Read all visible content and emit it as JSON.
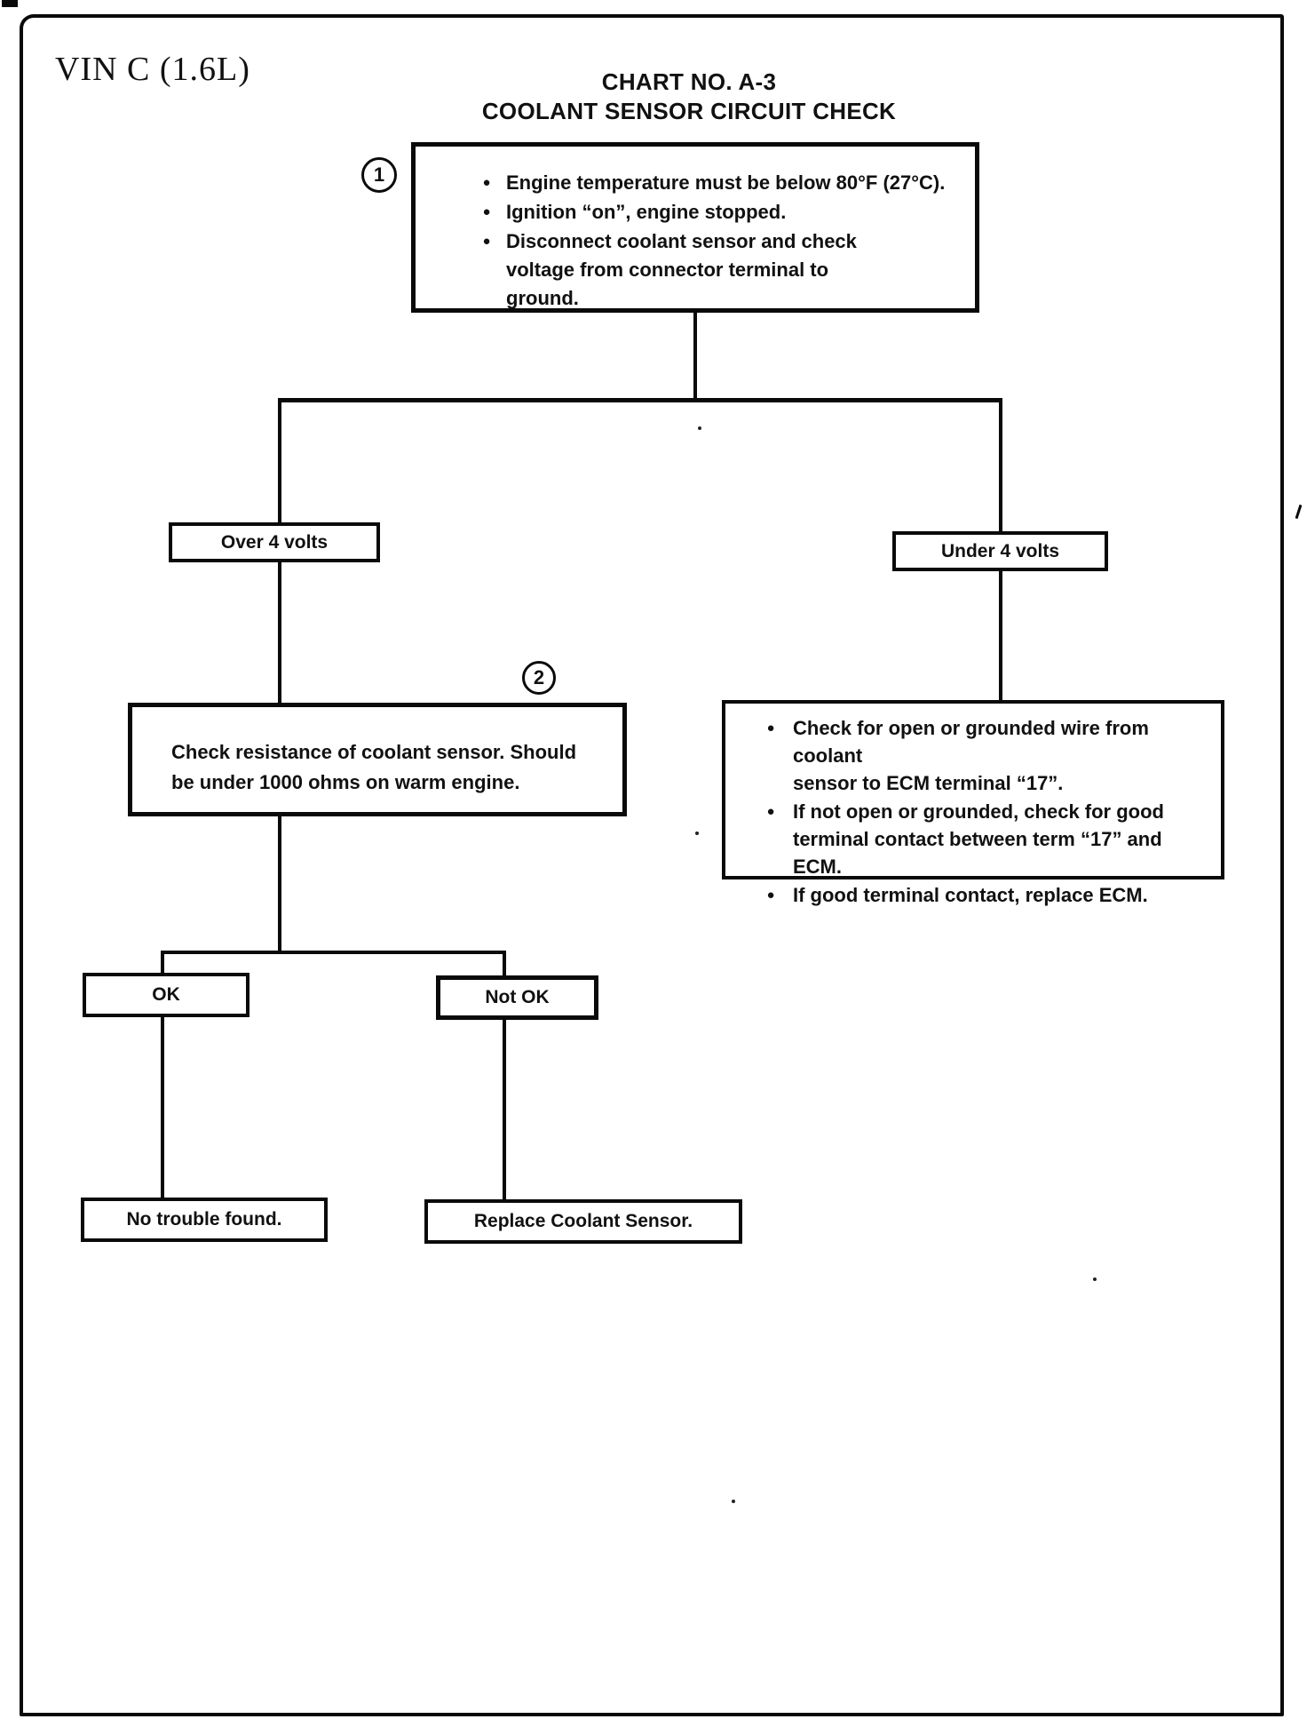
{
  "page": {
    "vin_label": "VIN C (1.6L)",
    "title_line1": "CHART NO. A-3",
    "title_line2": "COOLANT SENSOR CIRCUIT CHECK"
  },
  "flowchart": {
    "step1_badge": "1",
    "step2_badge": "2",
    "step1_box": {
      "bullets": [
        "Engine temperature must be below 80°F (27°C).",
        "Ignition “on”, engine stopped.",
        "Disconnect coolant sensor and check\nvoltage from connector terminal to\nground."
      ]
    },
    "over_label": "Over 4 volts",
    "under_label": "Under 4 volts",
    "check_resistance_text": "Check resistance of coolant sensor. Should\nbe under 1000 ohms on warm engine.",
    "ecm_box": {
      "bullets": [
        "Check for open or grounded wire from coolant\nsensor to ECM terminal “17”.",
        "If not open or grounded, check for good\nterminal contact between term “17” and\nECM.",
        "If good terminal contact, replace ECM."
      ]
    },
    "ok_label": "OK",
    "not_ok_label": "Not OK",
    "no_trouble_label": "No trouble found.",
    "replace_label": "Replace Coolant Sensor."
  },
  "colors": {
    "ink": "#0a0a0a",
    "paper": "#ffffff"
  }
}
